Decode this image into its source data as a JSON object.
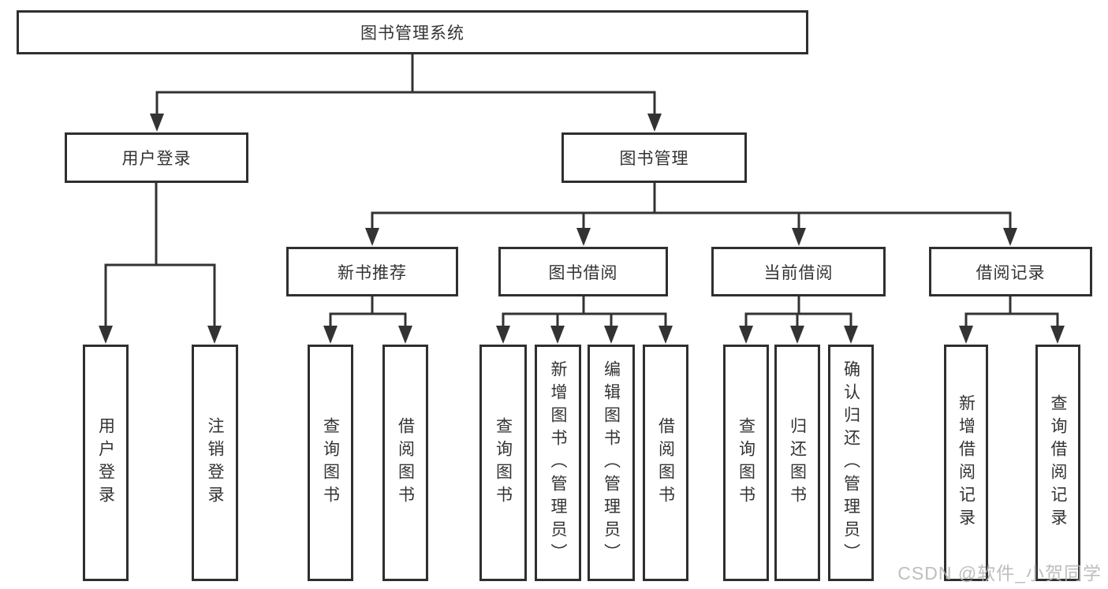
{
  "diagram": {
    "type": "hierarchy-tree",
    "orientation": "top-down"
  },
  "colors": {
    "line": "#333333",
    "box_border": "#2f2f2f",
    "box_background": "#ffffff",
    "text": "#333333",
    "watermark": "#b3b3b3"
  },
  "tree": {
    "label": "图书管理系统",
    "children": [
      {
        "label": "用户登录",
        "children": [
          {
            "label": "用户登录"
          },
          {
            "label": "注销登录"
          }
        ]
      },
      {
        "label": "图书管理",
        "children": [
          {
            "label": "新书推荐",
            "children": [
              {
                "label": "查询图书"
              },
              {
                "label": "借阅图书"
              }
            ]
          },
          {
            "label": "图书借阅",
            "children": [
              {
                "label": "查询图书"
              },
              {
                "label": "新增图书（管理员）"
              },
              {
                "label": "编辑图书（管理员）"
              },
              {
                "label": "借阅图书"
              }
            ]
          },
          {
            "label": "当前借阅",
            "children": [
              {
                "label": "查询图书"
              },
              {
                "label": "归还图书"
              },
              {
                "label": "确认归还（管理员）"
              }
            ]
          },
          {
            "label": "借阅记录",
            "children": [
              {
                "label": "新增借阅记录"
              },
              {
                "label": "查询借阅记录"
              }
            ]
          }
        ]
      }
    ]
  },
  "watermark": "CSDN @软件_小贺同学"
}
